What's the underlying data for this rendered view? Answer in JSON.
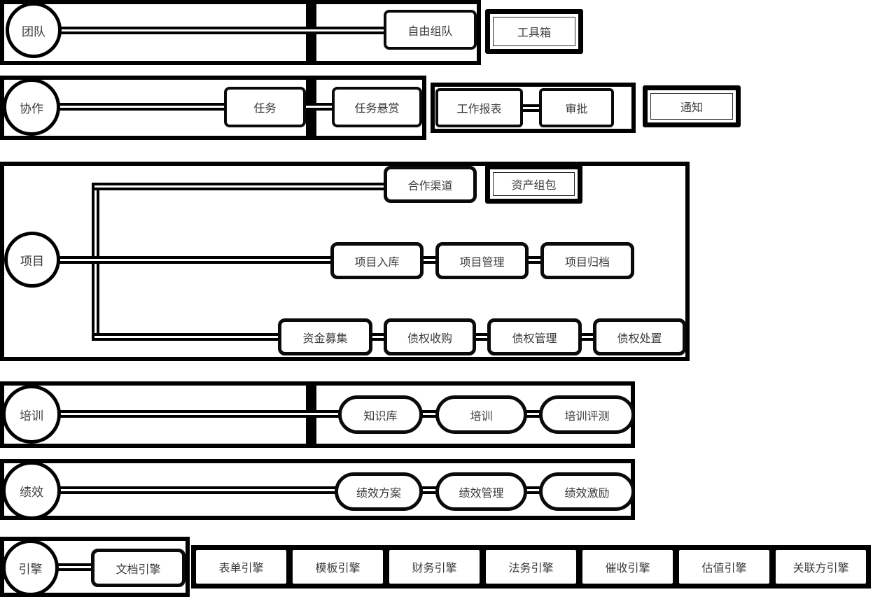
{
  "palette": {
    "line": "#000000",
    "text": "#3a3a3a",
    "background": "#ffffff"
  },
  "diagram": {
    "team": {
      "circle": "团队",
      "free_team": "自由组队",
      "toolbox": "工具箱"
    },
    "collab": {
      "circle": "协作",
      "task": "任务",
      "task_bounty": "任务悬赏",
      "work_report": "工作报表",
      "approval": "审批",
      "notification": "通知"
    },
    "project": {
      "circle": "项目",
      "coop_channel": "合作渠道",
      "asset_package": "资产组包",
      "project_intake": "项目入库",
      "project_mgmt": "项目管理",
      "project_archive": "项目归档",
      "fund_raising": "资金募集",
      "debt_acquisition": "债权收购",
      "debt_mgmt": "债权管理",
      "debt_disposal": "债权处置"
    },
    "training": {
      "circle": "培训",
      "knowledge_base": "知识库",
      "training": "培训",
      "training_eval": "培训评测"
    },
    "performance": {
      "circle": "绩效",
      "perf_plan": "绩效方案",
      "perf_mgmt": "绩效管理",
      "perf_incentive": "绩效激励"
    },
    "engine": {
      "circle": "引擎",
      "doc_engine": "文档引擎",
      "engines": [
        "表单引擎",
        "模板引擎",
        "财务引擎",
        "法务引擎",
        "催收引擎",
        "估值引擎",
        "关联方引擎"
      ]
    }
  }
}
